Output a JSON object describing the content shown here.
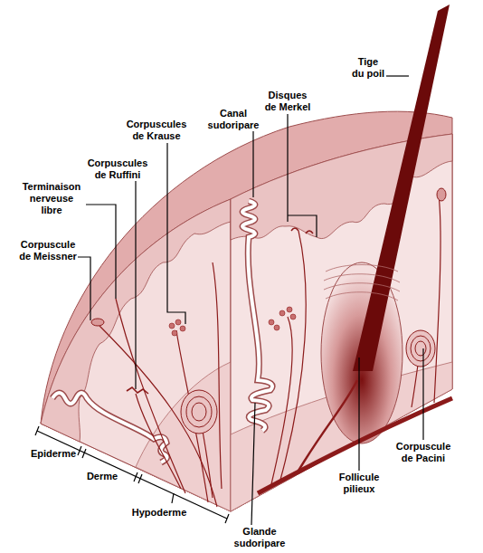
{
  "diagram": {
    "labels": [
      "Tige du poil",
      "Disques de Merkel",
      "Canal sudoripare",
      "Corpuscules de Krause",
      "Corpuscules de Ruffini",
      "Terminaison nerveuse libre",
      "Corpuscule de Meissner",
      "Corpuscule de Pacini",
      "Follicule pilieux",
      "Glande sudoripare",
      "Epiderme",
      "Derme",
      "Hypoderme"
    ]
  }
}
